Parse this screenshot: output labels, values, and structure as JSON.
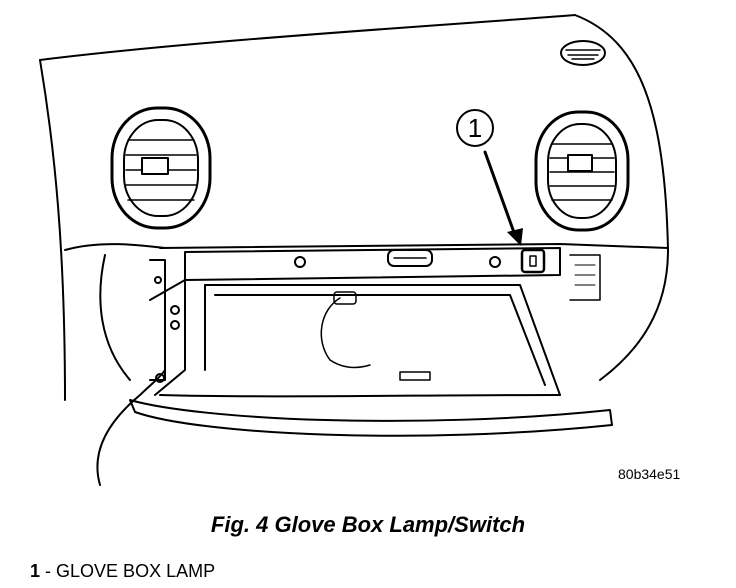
{
  "figure": {
    "callout_number": "1",
    "drawing_code": "80b34e51",
    "caption": "Fig. 4 Glove Box Lamp/Switch"
  },
  "legend": {
    "items": [
      {
        "number": "1",
        "label": "GLOVE BOX LAMP"
      }
    ]
  }
}
